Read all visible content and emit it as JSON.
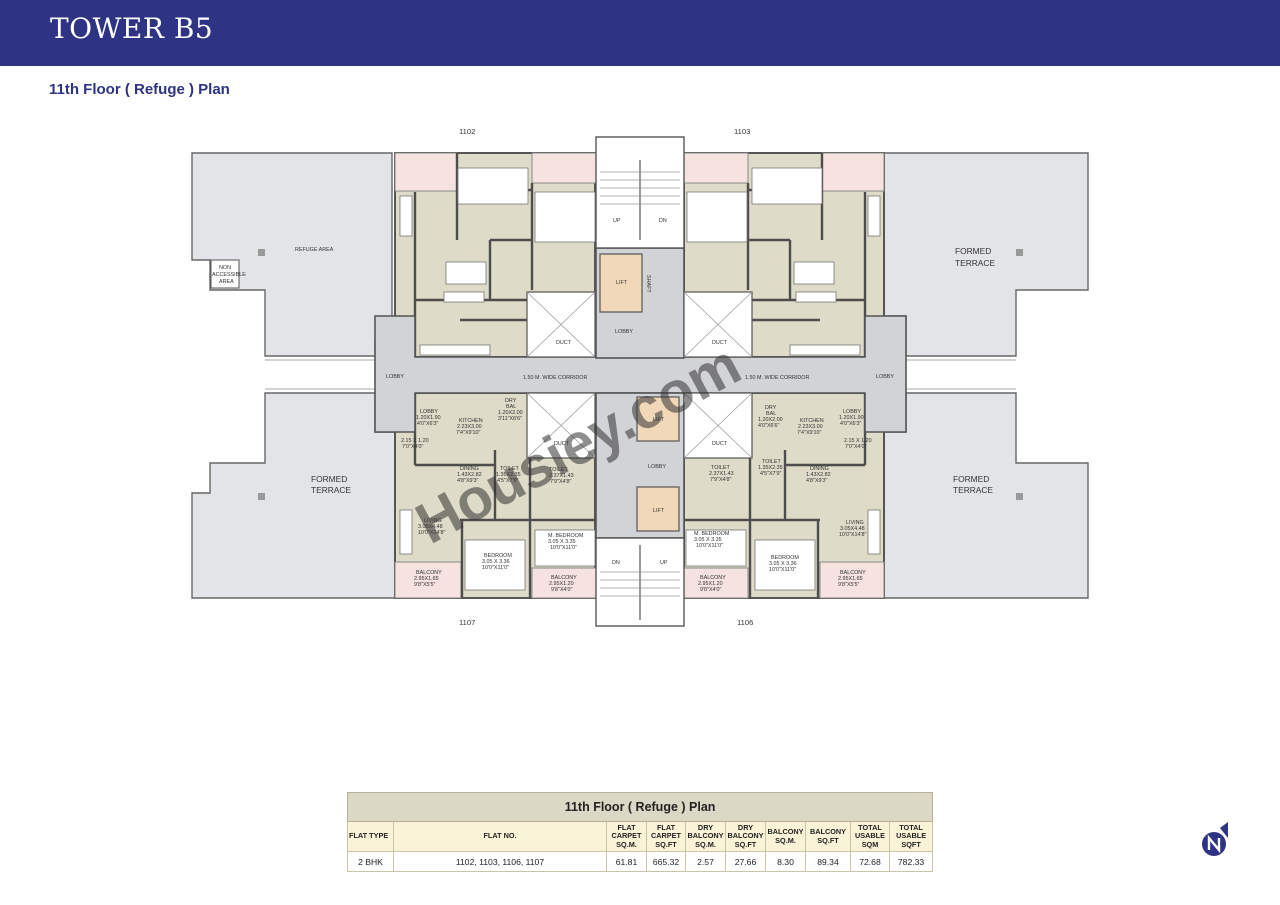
{
  "header": {
    "title": "TOWER B5"
  },
  "plan": {
    "title": "11th Floor ( Refuge ) Plan",
    "flat_numbers": {
      "top_left": "1102",
      "top_right": "1103",
      "bottom_left": "1107",
      "bottom_right": "1106"
    },
    "labels": {
      "refuge_area": "REFUGE AREA",
      "non_accessible_1": "NON",
      "non_accessible_2": "ACCESSIBLE",
      "non_accessible_3": "AREA",
      "formed_1": "FORMED",
      "formed_2": "TERRACE",
      "lobby": "LOBBY",
      "corridor": "1.50 M. WIDE CORRIDOR",
      "duct": "DUCT",
      "lift": "LIFT",
      "shaft": "SHAFT",
      "up": "UP",
      "dn": "DN",
      "dry_bal_1": "DRY",
      "dry_bal_2": "BAL",
      "dry_bal_dim_l": "1.20X2.00",
      "dry_bal_imp_l": "3'11\"X6'6\"",
      "dry_bal_dim_r": "1.20X2.00",
      "dry_bal_imp_r": "4'0\"X6'6\"",
      "lobby_dim_l": "1.20X1.90",
      "lobby_imp_l": "4'0\"X6'3\"",
      "lobby_dim_r": "1.20X1.90",
      "lobby_imp_r": "4'0\"X6'3\"",
      "kitchen": "KITCHEN",
      "kitchen_dim": "2.23X3.00",
      "kitchen_imp": "7'4\"X9'10\"",
      "passage_dim": "2.15 X 1.20",
      "passage_imp": "7'0\"X4'0\"",
      "dining": "DINING",
      "dining_dim": "1.43X2.82",
      "dining_imp": "4'8\"X9'3\"",
      "toilet": "TOILET",
      "toilet_a_dim": "1.35X2.35",
      "toilet_a_imp": "4'5\"X7'9\"",
      "toilet_b_dim": "2.37X1.43",
      "toilet_b_imp": "7'9\"X4'8\"",
      "living": "LIVING",
      "living_dim": "3.05X4.48",
      "living_imp": "10'0\"X14'8\"",
      "mbed": "M. BEDROOM",
      "mbed_dim": "3.05 X 3.35",
      "mbed_imp": "10'0\"X11'0\"",
      "bed": "BEDROOM",
      "bed_dim": "3.05 X 3.36",
      "bed_imp": "10'0\"X11'0\"",
      "balcony": "BALCONY",
      "bal_a_dim": "2.95X1.65",
      "bal_a_imp": "9'8\"X5'5\"",
      "bal_b_dim": "2.95X1.20",
      "bal_b_imp": "9'8\"X4'0\"",
      "watermark": "Housiey.com"
    }
  },
  "table": {
    "title": "11th Floor ( Refuge ) Plan",
    "headers": [
      [
        "FLAT TYPE"
      ],
      [
        "FLAT NO."
      ],
      [
        "FLAT",
        "CARPET",
        "SQ.M."
      ],
      [
        "FLAT",
        "CARPET",
        "SQ.FT"
      ],
      [
        "DRY",
        "BALCONY",
        "SQ.M."
      ],
      [
        "DRY",
        "BALCONY",
        "SQ.FT"
      ],
      [
        "BALCONY",
        "SQ.M."
      ],
      [
        "BALCONY",
        "SQ.FT"
      ],
      [
        "TOTAL",
        "USABLE",
        "SQM"
      ],
      [
        "TOTAL",
        "USABLE",
        "SQFT"
      ]
    ],
    "rows": [
      [
        "2 BHK",
        "1102, 1103, 1106, 1107",
        "61.81",
        "665.32",
        "2.57",
        "27.66",
        "8.30",
        "89.34",
        "72.68",
        "782.33"
      ]
    ]
  },
  "colors": {
    "header_bg": "#2e3383",
    "accent": "#2e3383",
    "lift": "#f1d8b8",
    "flat_floor": "#dedbc8",
    "terrace": "#e3e4e7",
    "balcony": "#f6e3e0"
  },
  "logo": {
    "icon": "brand-n-logo-icon"
  }
}
